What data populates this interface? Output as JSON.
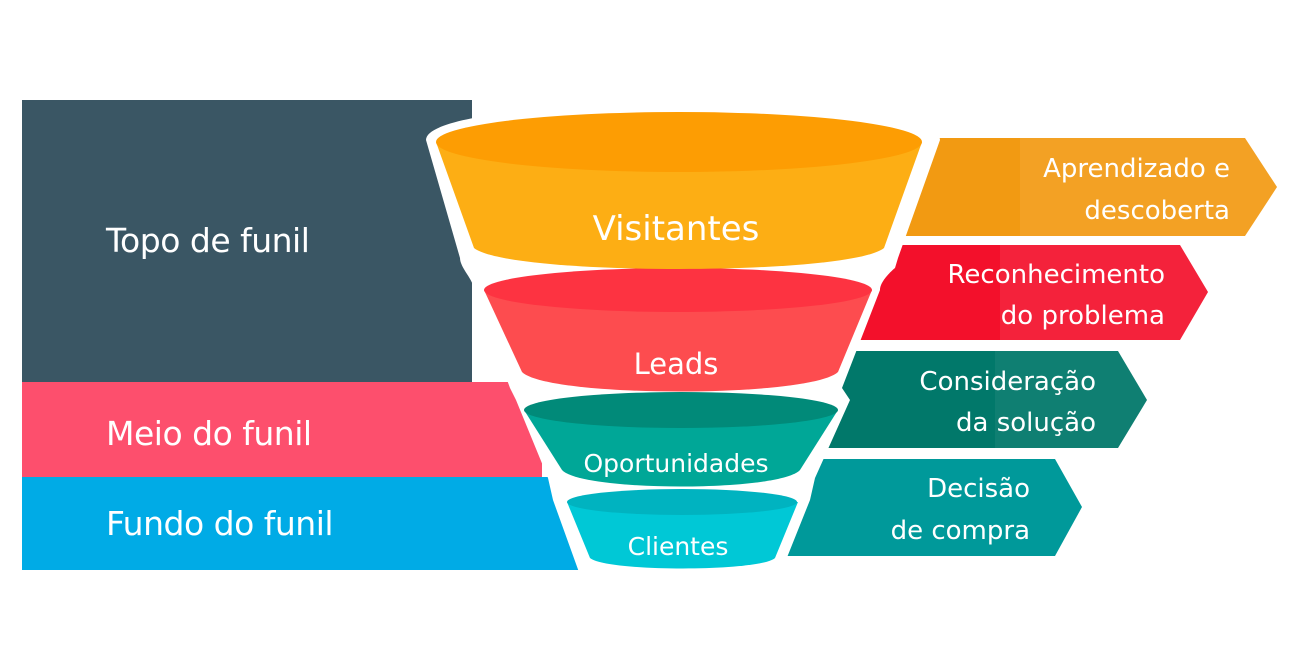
{
  "stages": [
    {
      "label": "Topo de funil",
      "color": "#3a5664"
    },
    {
      "label": "Meio do funil",
      "color": "#fd4f6d"
    },
    {
      "label": "Fundo do funil",
      "color": "#00abe6"
    }
  ],
  "funnel": [
    {
      "label": "Visitantes",
      "top_color": "#fd9d03",
      "body_color": "#fdae14"
    },
    {
      "label": "Leads",
      "top_color": "#fd3341",
      "body_color": "#fd4c4f"
    },
    {
      "label": "Oportunidades",
      "top_color": "#018a79",
      "body_color": "#00a797"
    },
    {
      "label": "Clientes",
      "top_color": "#00b3c0",
      "body_color": "#00c8d6"
    }
  ],
  "arrows": [
    {
      "line1": "Aprendizado e",
      "line2": "descoberta",
      "color": "#f29a12"
    },
    {
      "line1": "Reconhecimento",
      "line2": "do problema",
      "color": "#f3102b"
    },
    {
      "line1": "Consideração",
      "line2": "da solução",
      "color": "#01786a"
    },
    {
      "line1": "Decisão",
      "line2": "de compra",
      "color": "#00999a"
    }
  ]
}
